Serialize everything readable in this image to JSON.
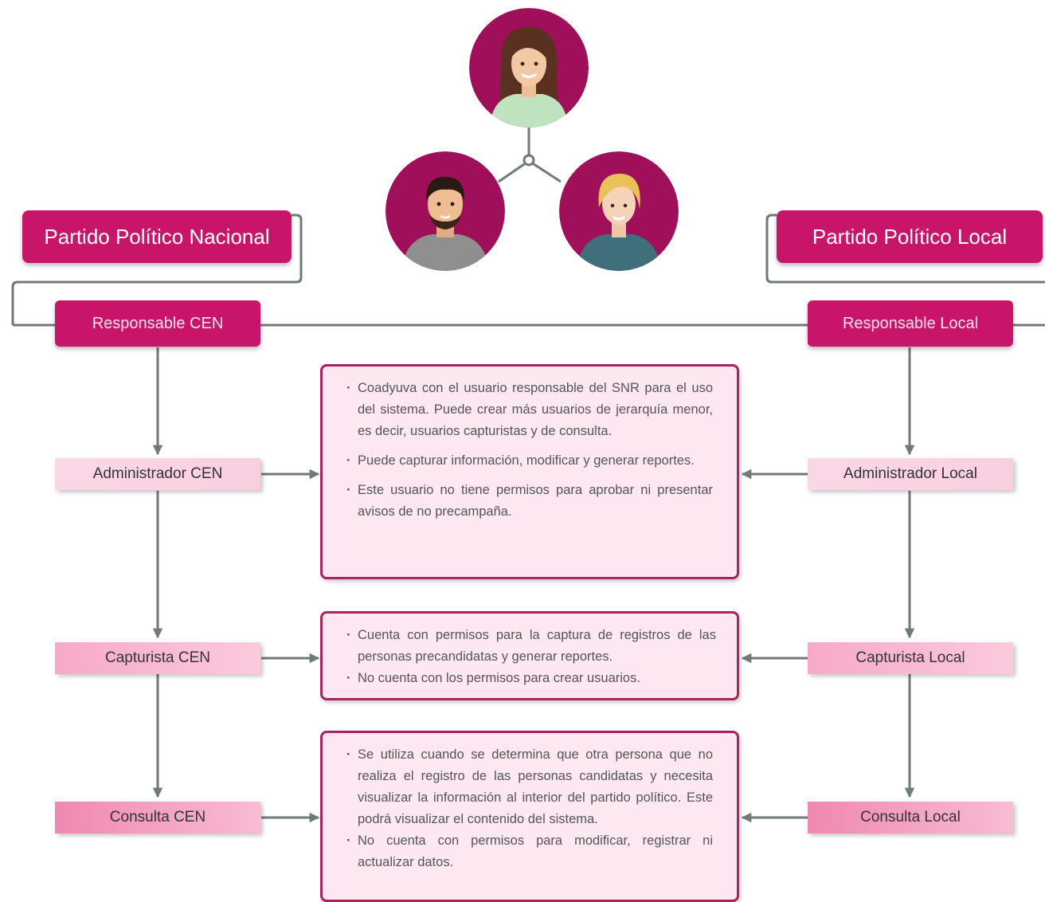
{
  "left": {
    "party": "Partido Político Nacional",
    "responsible": "Responsable CEN",
    "roles": [
      "Administrador CEN",
      "Capturista CEN",
      "Consulta CEN"
    ]
  },
  "right": {
    "party": "Partido Político Local",
    "responsible": "Responsable Local",
    "roles": [
      "Administrador Local",
      "Capturista Local",
      "Consulta Local"
    ]
  },
  "descriptions": [
    {
      "bullets": [
        "Coadyuva con el usuario responsable del SNR para el uso del sistema. Puede crear más usuarios de jerarquía menor, es decir, usuarios capturistas y de consulta.",
        "Puede capturar información, modificar y generar reportes.",
        "Este usuario no tiene permisos para aprobar ni presentar avisos de no precampaña."
      ]
    },
    {
      "bullets": [
        "Cuenta con permisos para la captura de registros de las personas precandidatas y generar reportes.",
        "No cuenta con los permisos para crear usuarios."
      ]
    },
    {
      "bullets": [
        "Se utiliza cuando se determina que otra persona que no realiza el registro de las personas candidatas y necesita visualizar la información al interior del partido político. Este podrá visualizar el contenido del sistema.",
        "No cuenta con permisos para modificar, registrar ni actualizar datos."
      ]
    }
  ],
  "avatars": [
    {
      "icon": "woman-brown-hair-icon"
    },
    {
      "icon": "man-dark-hair-icon"
    },
    {
      "icon": "woman-blonde-hair-icon"
    }
  ],
  "colors": {
    "magenta": "#c8156a",
    "dark_magenta": "#a8245f",
    "box_fill": "#fde7f1",
    "connector": "#6f7a78"
  }
}
